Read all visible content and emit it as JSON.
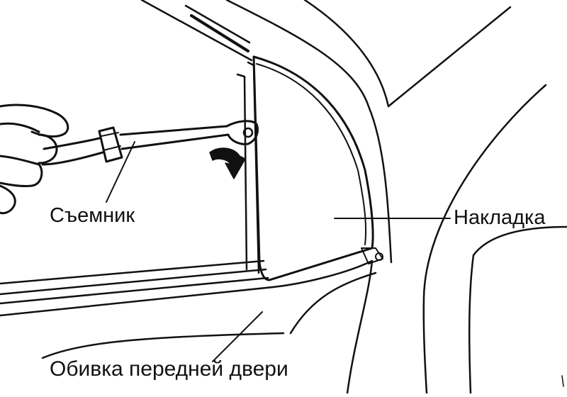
{
  "labels": {
    "tool": "Съемник",
    "panel": "Накладка",
    "door_trim": "Обивка передней двери"
  },
  "colors": {
    "ink": "#111111",
    "paper": "#ffffff"
  }
}
